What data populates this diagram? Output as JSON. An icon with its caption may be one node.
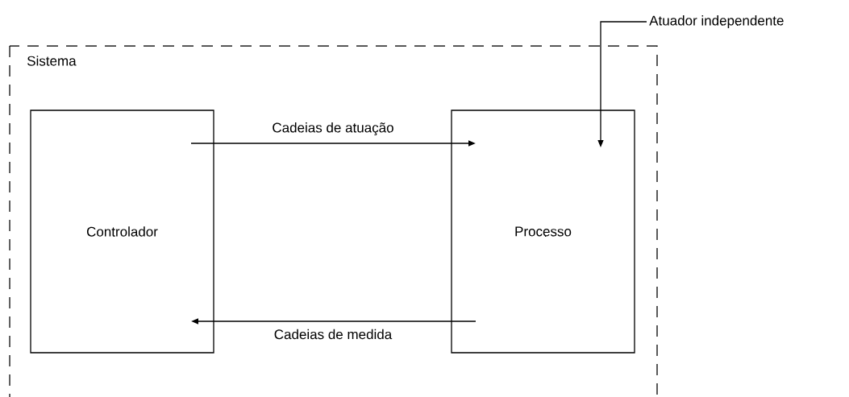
{
  "diagram": {
    "nodes": [
      {
        "text": [
          "Sistema"
        ]
      },
      {
        "text": [
          "Controlador"
        ],
        "in": 0
      },
      {
        "text": [
          "Processo"
        ],
        "in": 0
      },
      {
        "text": [
          "Atuador independente"
        ]
      }
    ],
    "edges": [
      {
        "from": 1,
        "to": 2,
        "arrow": "to",
        "label": "Cadeias de atuação"
      },
      {
        "from": 2,
        "to": 1,
        "arrow": "to",
        "label": "Cadeias de medida"
      },
      {
        "from": 3,
        "to": 2,
        "arrow": "to"
      }
    ]
  }
}
